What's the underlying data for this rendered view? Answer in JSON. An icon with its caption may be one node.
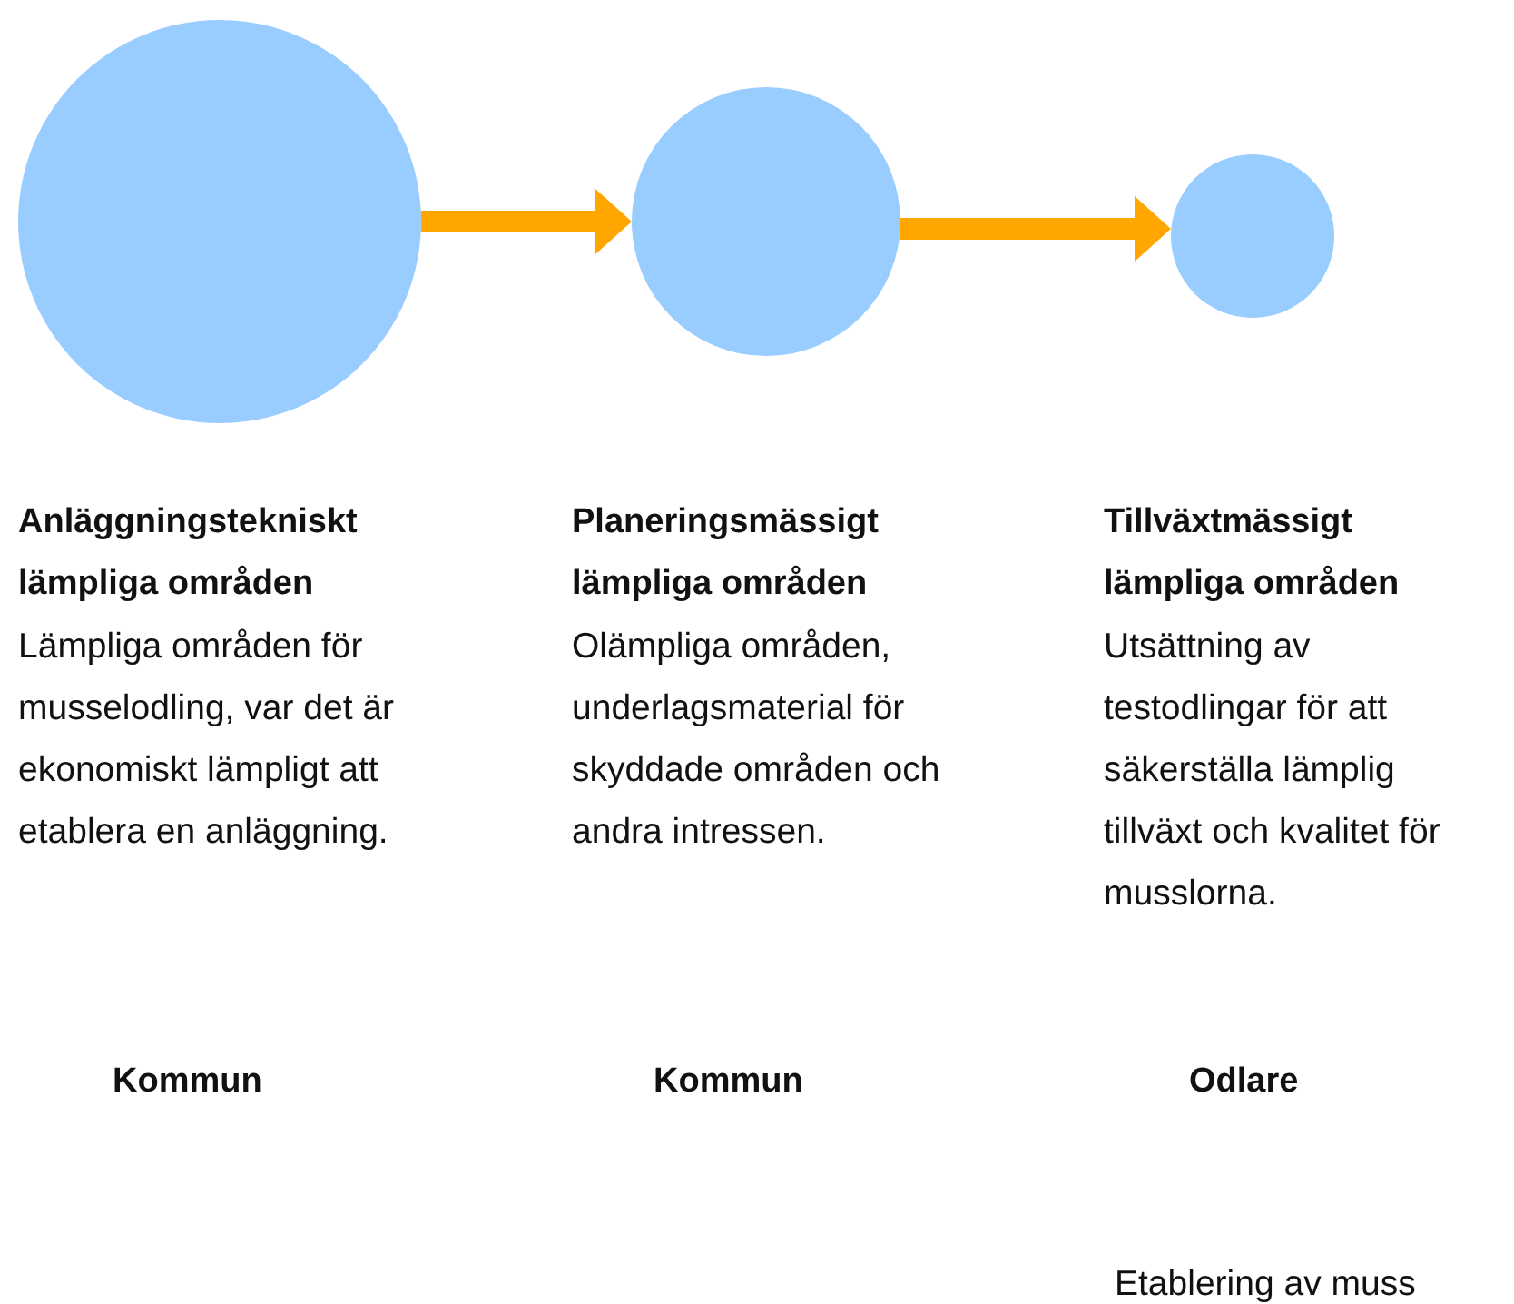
{
  "diagram": {
    "nodes": [
      {
        "text": [],
        "shape": "circle"
      },
      {
        "text": [],
        "shape": "circle"
      },
      {
        "text": [],
        "shape": "circle"
      }
    ],
    "edges": [
      {
        "from": 0,
        "to": 1,
        "arrow": "to",
        "color": "#ffa600"
      },
      {
        "from": 1,
        "to": 2,
        "arrow": "to",
        "color": "#ffa600"
      }
    ],
    "labels": [
      "Anläggningstekniskt lämpliga områden",
      "Planeringsmässigt lämpliga områden",
      "Tillväxtmässigt lämpliga områden",
      "Lämpliga områden för musselodling, var det är ekonomiskt lämpligt att etablera en anläggning.",
      "Olämpliga områden, underlagsmaterial för skyddade områden och andra intressen.",
      "Utsättning av testodlingar för att säkerställa lämplig tillväxt och kvalitet för musslorna.",
      "Kommun",
      "Kommun",
      "Odlare",
      "Etablering av muss"
    ]
  }
}
